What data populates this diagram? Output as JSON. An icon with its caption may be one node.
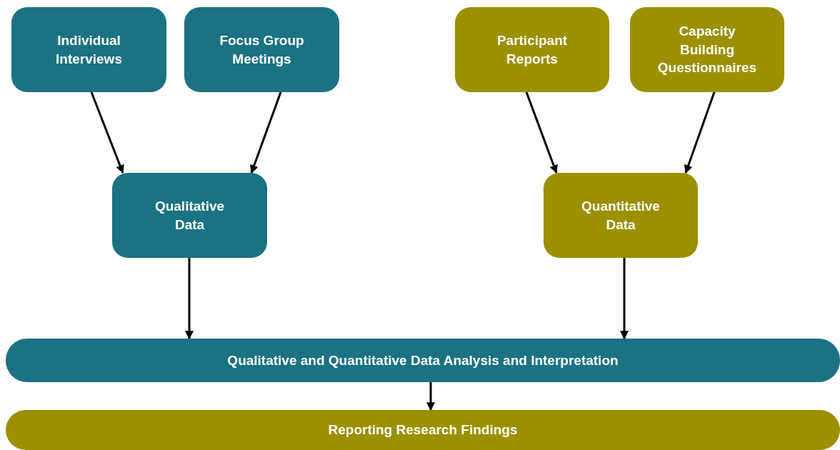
{
  "diagram": {
    "nodes": [
      {
        "text": [
          "Individual Interviews"
        ]
      },
      {
        "text": [
          "Focus Group Meetings"
        ]
      },
      {
        "text": [
          "Participant Reports"
        ]
      },
      {
        "text": [
          "Capacity Building Questionnaires"
        ]
      },
      {
        "text": [
          "Qualitative Data"
        ]
      },
      {
        "text": [
          "Quantitative Data"
        ]
      },
      {
        "text": [
          "Qualitative and Quantitative Data Analysis and Interpretation"
        ]
      },
      {
        "text": [
          "Reporting Research Findings"
        ]
      }
    ],
    "edges": [
      {
        "from": 0,
        "to": 4,
        "arrow": "to"
      },
      {
        "from": 1,
        "to": 4,
        "arrow": "to"
      },
      {
        "from": 2,
        "to": 5,
        "arrow": "to"
      },
      {
        "from": 3,
        "to": 5,
        "arrow": "to"
      },
      {
        "from": 4,
        "to": 6,
        "arrow": "to"
      },
      {
        "from": 5,
        "to": 6,
        "arrow": "to"
      },
      {
        "from": 6,
        "to": 7,
        "arrow": "to"
      }
    ]
  }
}
